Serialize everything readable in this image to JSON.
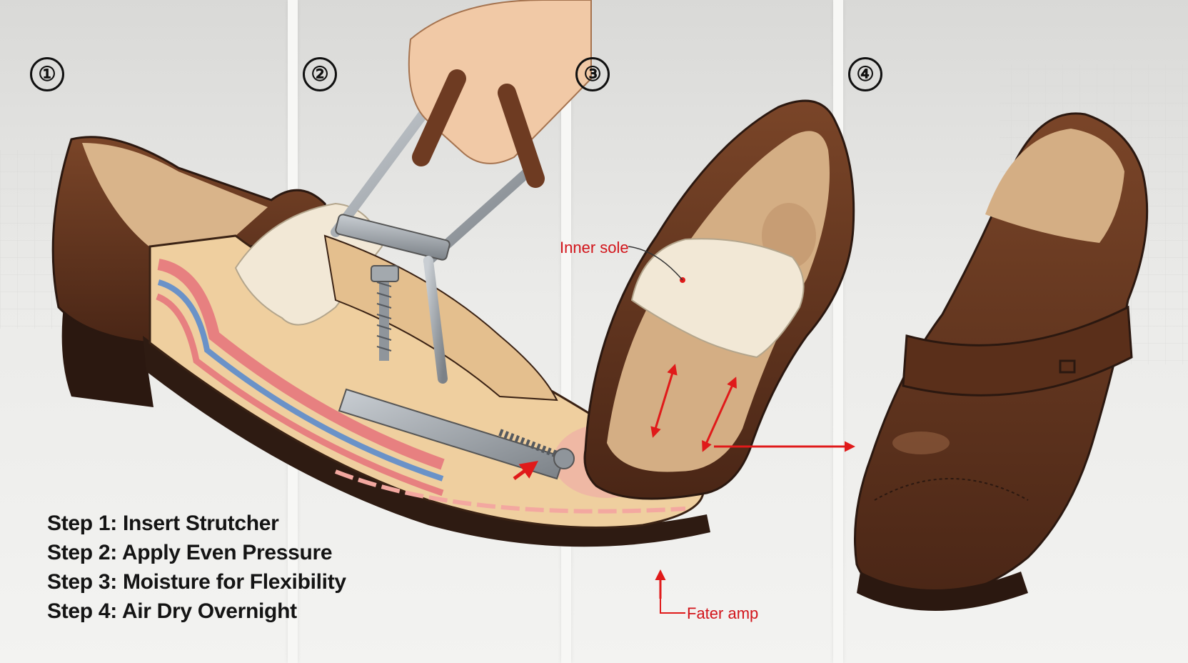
{
  "step_markers": [
    "①",
    "②",
    "③",
    "④"
  ],
  "callouts": {
    "inner_sole": "Inner sole",
    "rater_amp": "Fater amp"
  },
  "steps": [
    "Step 1: Insert Strutcher",
    "Step 2: Apply Even Pressure",
    "Step 3: Moisture for Flexibility",
    "Step 4:  Air Dry Overnight"
  ],
  "colors": {
    "leather_dark": "#3c2014",
    "leather": "#6a3a22",
    "lining": "#e6c395",
    "arrow_red": "#e01a1a",
    "metal": "#9aa0a6"
  }
}
